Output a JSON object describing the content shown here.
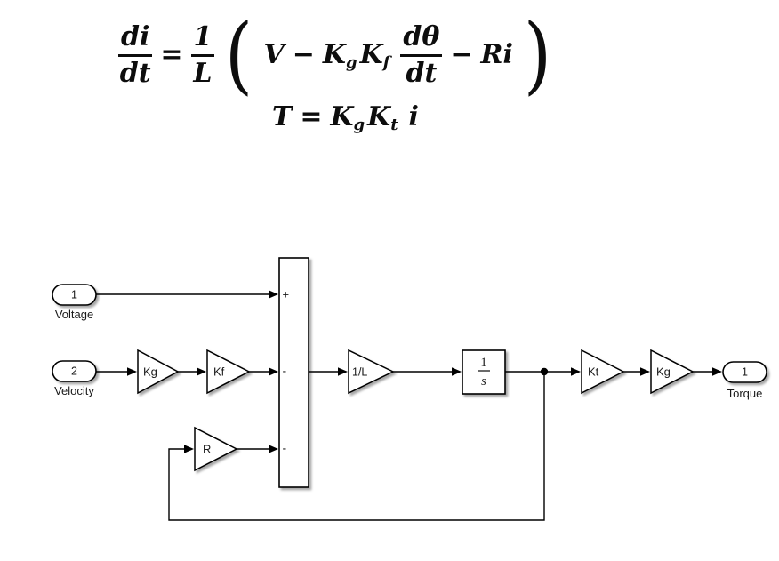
{
  "equations": {
    "eq1": {
      "lhs_num": "di",
      "lhs_den": "dt",
      "equals": "=",
      "coef_num": "1",
      "coef_den": "L",
      "open_paren": "(",
      "term_v": "V",
      "minus1": "−",
      "k1_base": "K",
      "k1_sub": "g",
      "k2_base": "K",
      "k2_sub": "f",
      "dtheta_num": "dθ",
      "dtheta_den": "dt",
      "minus2": "−",
      "term_ri": "Ri",
      "close_paren": ")"
    },
    "eq2": {
      "lhs": "T",
      "equals": "=",
      "k1_base": "K",
      "k1_sub": "g",
      "k2_base": "K",
      "k2_sub": "t",
      "term_i": "i"
    }
  },
  "diagram": {
    "inport_voltage": {
      "number": "1",
      "label": "Voltage"
    },
    "inport_velocity": {
      "number": "2",
      "label": "Velocity"
    },
    "gain_kg_in": "Kg",
    "gain_kf": "Kf",
    "gain_invL": "1/L",
    "integrator": {
      "numerator": "1",
      "denominator": "s"
    },
    "gain_kt": "Kt",
    "gain_kg_out": "Kg",
    "gain_r": "R",
    "sum_signs": {
      "plus": "+",
      "minus1": "-",
      "minus2": "-"
    },
    "outport_torque": {
      "number": "1",
      "label": "Torque"
    }
  },
  "colors": {
    "line": "#000000",
    "block_fill": "#ffffff",
    "background": "#ffffff"
  }
}
